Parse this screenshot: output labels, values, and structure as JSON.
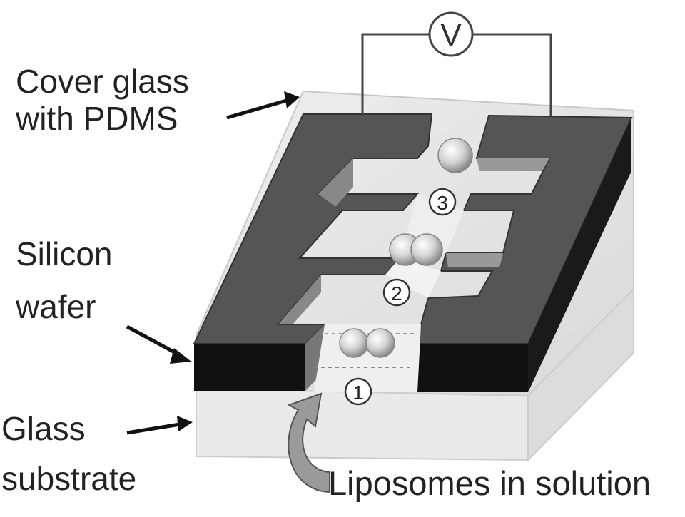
{
  "labels": {
    "cover_glass": [
      "Cover glass",
      "with PDMS"
    ],
    "silicon_wafer": [
      "Silicon",
      "wafer"
    ],
    "glass_substrate": [
      "Glass",
      "substrate"
    ],
    "liposomes": "Liposomes in solution"
  },
  "meter_symbol": "V",
  "steps": [
    "1",
    "2",
    "3"
  ],
  "colors": {
    "pdms_top": "#555555",
    "wafer_side": "#111111",
    "glass": "#e6e6e6",
    "liposome": "#cfcfcf",
    "outline": "#333333"
  }
}
